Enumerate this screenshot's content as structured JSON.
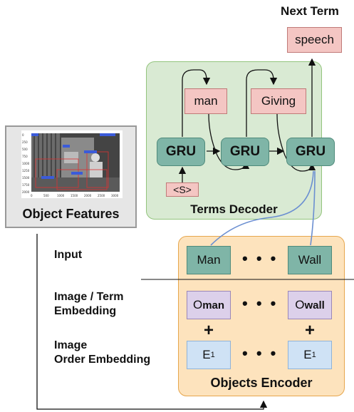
{
  "next_term": {
    "title": "Next Term",
    "word": "speech"
  },
  "decoder": {
    "title": "Terms Decoder",
    "gru_label": "GRU",
    "start_token": "<S>",
    "words": [
      "man",
      "Giving"
    ]
  },
  "features": {
    "title": "Object Features",
    "y_ticks": [
      "0",
      "250",
      "500",
      "750",
      "1000",
      "1250",
      "1500",
      "1750",
      "2000"
    ],
    "x_ticks": [
      "0",
      "500",
      "1000",
      "1500",
      "2000",
      "2500",
      "3000"
    ]
  },
  "encoder": {
    "title": "Objects Encoder",
    "row_labels": {
      "input": "Input",
      "term_embedding": "Image / Term\nEmbedding",
      "order_embedding": "Image\nOrder Embedding"
    },
    "inputs": [
      "Man",
      "Wall"
    ],
    "term_embeddings": [
      {
        "base": "O",
        "sub": "man"
      },
      {
        "base": "O",
        "sub": "wall"
      }
    ],
    "order_embeddings": [
      {
        "base": "E",
        "sub": "1"
      },
      {
        "base": "E",
        "sub": "1"
      }
    ],
    "dots": "• • •",
    "plus": "+"
  }
}
